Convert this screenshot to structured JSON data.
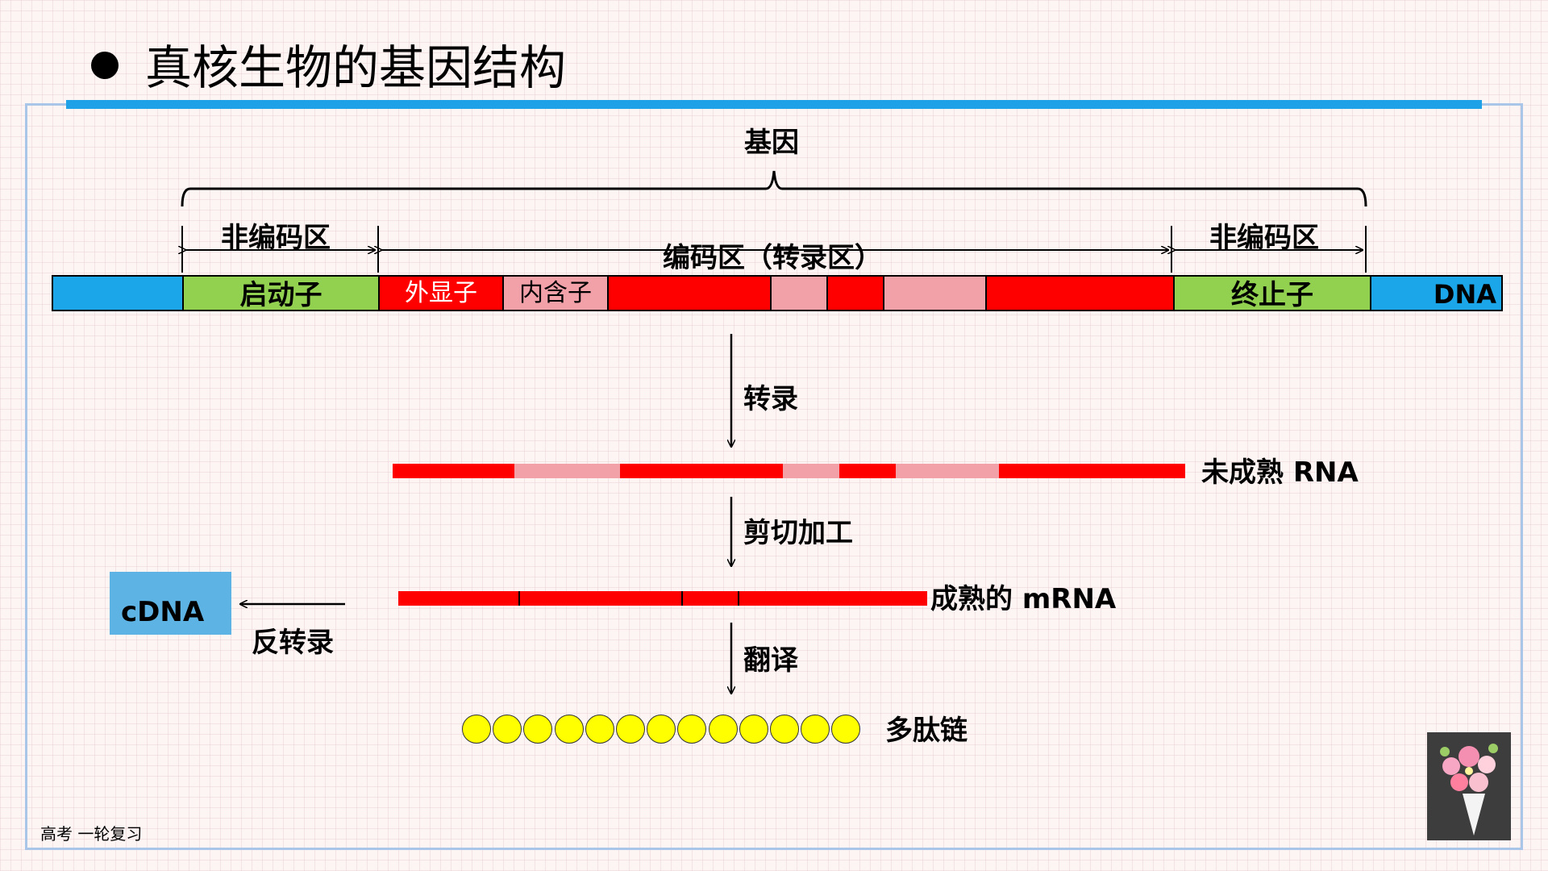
{
  "title": "真核生物的基因结构",
  "footer": "高考 一轮复习",
  "colors": {
    "exon": "#ff0000",
    "intron": "#f2a1a9",
    "flanking_dna": "#1aa6e8",
    "regulatory": "#92d050",
    "peptide": "#ffff00",
    "cdna_box": "#5db3e4",
    "title_underline": "#1ea1e6",
    "frame": "#a9c6e8"
  },
  "labels": {
    "gene": "基因",
    "noncoding_left": "非编码区",
    "coding": "编码区（转录区）",
    "noncoding_right": "非编码区",
    "promoter": "启动子",
    "exon": "外显子",
    "intron": "内含子",
    "terminator": "终止子",
    "dna": "DNA",
    "transcription": "转录",
    "immature_rna": "未成熟 RNA",
    "splicing": "剪切加工",
    "mature_mrna": "成熟的 mRNA",
    "translation": "翻译",
    "polypeptide": "多肽链",
    "cdna": "cDNA",
    "reverse_transcription": "反转录"
  },
  "dna_segments": [
    {
      "type": "flank",
      "label_key": null
    },
    {
      "type": "promoter",
      "label_key": "promoter"
    },
    {
      "type": "exon",
      "label_key": "exon"
    },
    {
      "type": "intron",
      "label_key": "intron"
    },
    {
      "type": "exon",
      "label_key": null
    },
    {
      "type": "intron",
      "label_key": null
    },
    {
      "type": "exon",
      "label_key": null
    },
    {
      "type": "intron",
      "label_key": null
    },
    {
      "type": "exon",
      "label_key": null
    },
    {
      "type": "terminator",
      "label_key": "terminator"
    },
    {
      "type": "flank",
      "label_key": "dna"
    }
  ],
  "immature_rna_segments": [
    "exon",
    "intron",
    "exon",
    "intron",
    "exon",
    "intron",
    "exon"
  ],
  "mature_mrna_exon_count": 4,
  "amino_acid_count": 13
}
